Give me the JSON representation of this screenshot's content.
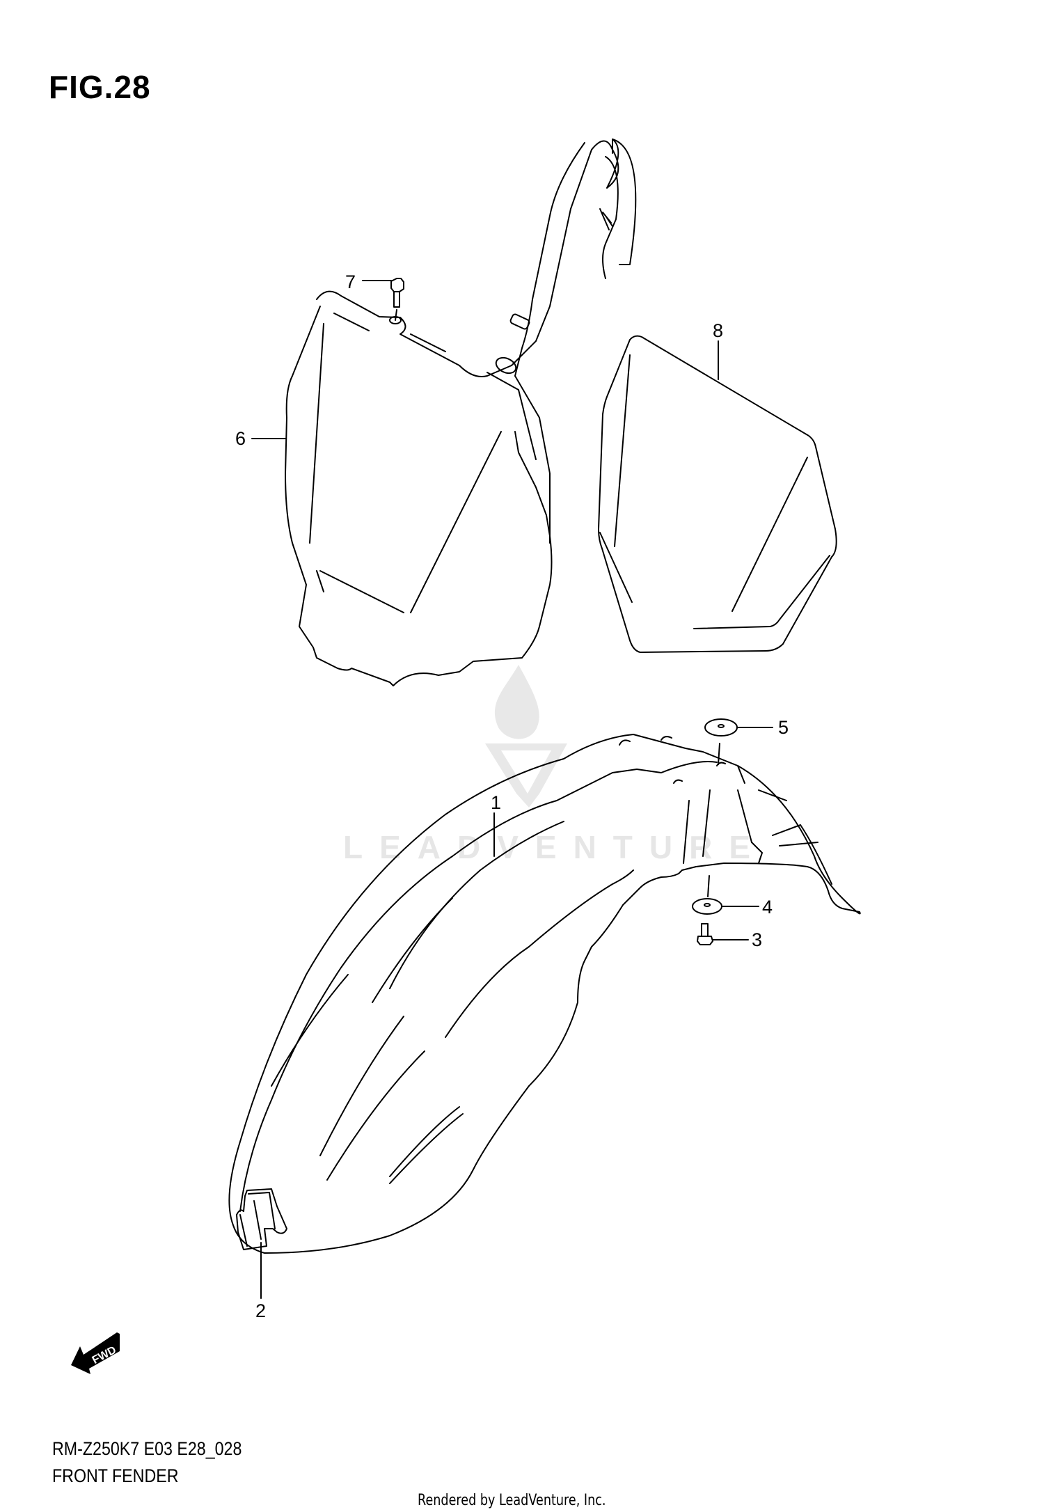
{
  "figure": {
    "title": "FIG.28",
    "model_code": "RM-Z250K7 E03 E28_028",
    "section_name": "FRONT FENDER",
    "direction_indicator": "FWD"
  },
  "callouts": [
    {
      "id": "1",
      "label": "1",
      "part": "front fender"
    },
    {
      "id": "2",
      "label": "2",
      "part": "emblem"
    },
    {
      "id": "3",
      "label": "3",
      "part": "bolt"
    },
    {
      "id": "4",
      "label": "4",
      "part": "washer"
    },
    {
      "id": "5",
      "label": "5",
      "part": "washer"
    },
    {
      "id": "6",
      "label": "6",
      "part": "number plate"
    },
    {
      "id": "7",
      "label": "7",
      "part": "bolt"
    },
    {
      "id": "8",
      "label": "8",
      "part": "number plate sticker"
    }
  ],
  "watermark": {
    "text": "LEADVENTURE",
    "color": "#e6e6e6"
  },
  "footer": {
    "rendered_by": "Rendered by LeadVenture, Inc."
  }
}
